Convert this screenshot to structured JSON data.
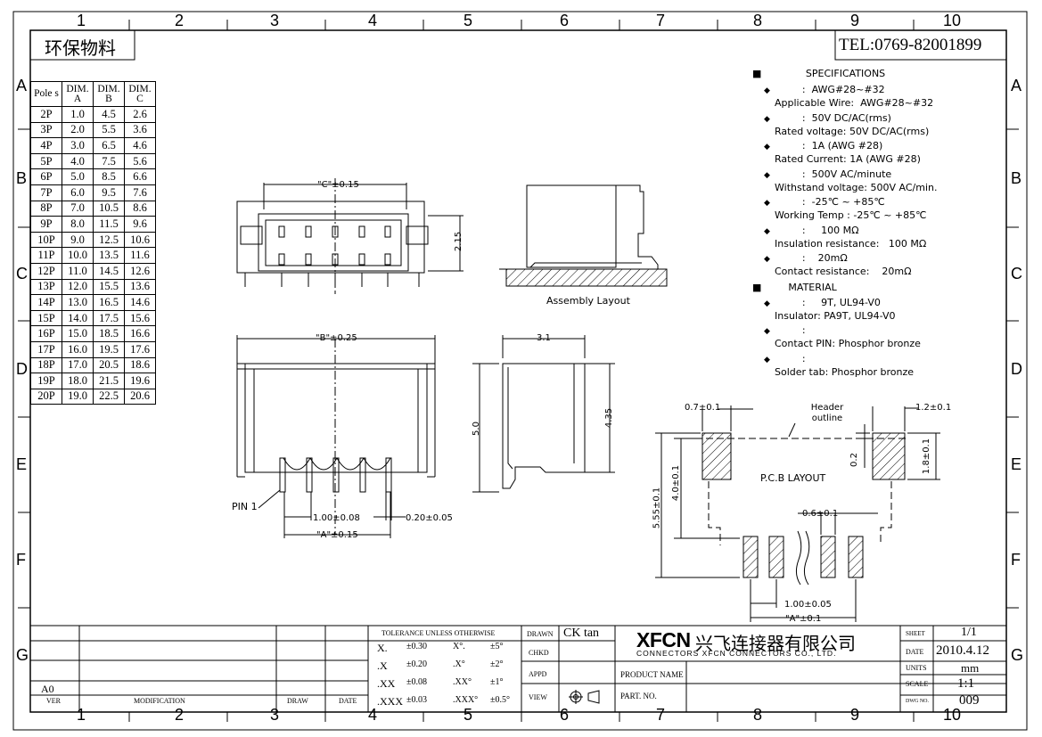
{
  "zones": {
    "columns": [
      "1",
      "2",
      "3",
      "4",
      "5",
      "6",
      "7",
      "8",
      "9",
      "10"
    ],
    "rows": [
      "A",
      "B",
      "C",
      "D",
      "E",
      "F",
      "G"
    ]
  },
  "header": {
    "eco_label": "环保物料",
    "phone": "TEL:0769-82001899"
  },
  "pole_table": {
    "headers": [
      "Pole s",
      "DIM. A",
      "DIM. B",
      "DIM. C"
    ],
    "rows": [
      [
        "2P",
        "1.0",
        "4.5",
        "2.6"
      ],
      [
        "3P",
        "2.0",
        "5.5",
        "3.6"
      ],
      [
        "4P",
        "3.0",
        "6.5",
        "4.6"
      ],
      [
        "5P",
        "4.0",
        "7.5",
        "5.6"
      ],
      [
        "6P",
        "5.0",
        "8.5",
        "6.6"
      ],
      [
        "7P",
        "6.0",
        "9.5",
        "7.6"
      ],
      [
        "8P",
        "7.0",
        "10.5",
        "8.6"
      ],
      [
        "9P",
        "8.0",
        "11.5",
        "9.6"
      ],
      [
        "10P",
        "9.0",
        "12.5",
        "10.6"
      ],
      [
        "11P",
        "10.0",
        "13.5",
        "11.6"
      ],
      [
        "12P",
        "11.0",
        "14.5",
        "12.6"
      ],
      [
        "13P",
        "12.0",
        "15.5",
        "13.6"
      ],
      [
        "14P",
        "13.0",
        "16.5",
        "14.6"
      ],
      [
        "15P",
        "14.0",
        "17.5",
        "15.6"
      ],
      [
        "16P",
        "15.0",
        "18.5",
        "16.6"
      ],
      [
        "17P",
        "16.0",
        "19.5",
        "17.6"
      ],
      [
        "18P",
        "17.0",
        "20.5",
        "18.6"
      ],
      [
        "19P",
        "18.0",
        "21.5",
        "19.6"
      ],
      [
        "20P",
        "19.0",
        "22.5",
        "20.6"
      ]
    ]
  },
  "specs": {
    "title": "SPECIFICATIONS",
    "items": [
      {
        "cn": ":  AWG#28~#32",
        "en": "Applicable Wire:  AWG#28~#32"
      },
      {
        "cn": ":  50V DC/AC(rms)",
        "en": "Rated voltage: 50V DC/AC(rms)"
      },
      {
        "cn": ":  1A (AWG #28)",
        "en": "Rated Current: 1A (AWG #28)"
      },
      {
        "cn": ":  500V AC/minute",
        "en": "Withstand voltage: 500V AC/min."
      },
      {
        "cn": ":  -25℃ ~ +85℃",
        "en": "Working Temp : -25℃ ~ +85℃"
      },
      {
        "cn": ":     100 MΩ",
        "en": "Insulation resistance:   100 MΩ"
      },
      {
        "cn": ":    20mΩ",
        "en": "Contact resistance:    20mΩ"
      }
    ],
    "material_title": "MATERIAL",
    "materials": [
      {
        "cn": ":     9T, UL94-V0",
        "en": "Insulator: PA9T, UL94-V0"
      },
      {
        "cn": ":",
        "en": "Contact PIN: Phosphor bronze"
      },
      {
        "cn": ":",
        "en": "Solder tab: Phosphor bronze"
      }
    ]
  },
  "drawing_labels": {
    "dim_c": "\"C\"±0.15",
    "dim_215": "2.15",
    "assembly": "Assembly Layout",
    "dim_b": "\"B\"±0.25",
    "dim_31": "3.1",
    "dim_50": "5.0",
    "dim_435": "4.35",
    "pin1": "PIN 1",
    "pitch": "1.00±0.08",
    "pin_width": "0.20±0.05",
    "dim_a": "\"A\"±0.15"
  },
  "pcb_labels": {
    "w07": "0.7±0.1",
    "header_outline": "Header outline",
    "w12": "1.2±0.1",
    "h18": "1.8±0.1",
    "gap02": "0.2",
    "title": "P.C.B LAYOUT",
    "h40": "4.0±0.1",
    "h555": "5.55±0.1",
    "w06": "0.6±0.1",
    "pitch": "1.00±0.05",
    "dim_a": "\"A\"±0.1"
  },
  "title_block": {
    "ver_value": "A0",
    "ver_label": "VER",
    "modification_label": "MODIFICATION",
    "draw_label": "DRAW",
    "date_label": "DATE",
    "tolerance_title": "TOLERANCE UNLESS OTHERWISE",
    "tolerances": [
      {
        "lin": "X.",
        "lin_val": "±0.30",
        "ang": "X°.",
        "ang_val": "±5°"
      },
      {
        "lin": ".X",
        "lin_val": "±0.20",
        "ang": ".X°",
        "ang_val": "±2°"
      },
      {
        "lin": ".XX",
        "lin_val": "±0.08",
        "ang": ".XX°",
        "ang_val": "±1°"
      },
      {
        "lin": ".XXX",
        "lin_val": "±0.03",
        "ang": ".XXX°",
        "ang_val": "±0.5°"
      }
    ],
    "drawn_label": "DRAWN",
    "drawn_value": "CK tan",
    "chkd_label": "CHKD",
    "appd_label": "APPD",
    "view_label": "VIEW",
    "company_brand": "XFCN",
    "company_cn": "兴飞连接器有限公司",
    "company_en": "CONNECTORS  XFCN  CONNECTORS  CO., LTD.",
    "product_name_label": "PRODUCT NAME",
    "part_no_label": "PART. NO.",
    "sheet_label": "SHEET",
    "sheet_value": "1/1",
    "date_value_label": "DATE",
    "date_value": "2010.4.12",
    "units_label": "UNITS",
    "units_value": "mm",
    "scale_label": "SCALE",
    "scale_value": "1:1",
    "dwg_label": "DWG NO.",
    "dwg_value": "009"
  }
}
